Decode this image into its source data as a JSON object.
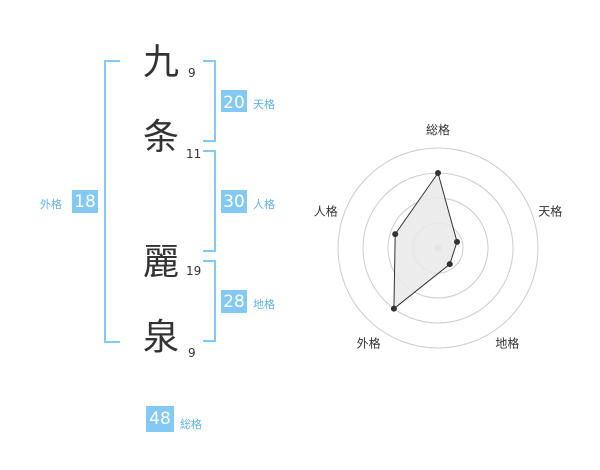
{
  "name": {
    "chars": [
      {
        "char": "九",
        "strokes": "9"
      },
      {
        "char": "条",
        "strokes": "11"
      },
      {
        "char": "麗",
        "strokes": "19"
      },
      {
        "char": "泉",
        "strokes": "9"
      }
    ]
  },
  "kakusu": {
    "tenkaku": {
      "value": "20",
      "label": "天格"
    },
    "jinkaku": {
      "value": "30",
      "label": "人格"
    },
    "chikaku": {
      "value": "28",
      "label": "地格"
    },
    "gaikaku": {
      "value": "18",
      "label": "外格"
    },
    "soukaku": {
      "value": "48",
      "label": "総格"
    }
  },
  "chart_data": {
    "type": "radar",
    "axes": [
      "総格",
      "天格",
      "地格",
      "外格",
      "人格"
    ],
    "values": [
      0.75,
      0.2,
      0.2,
      0.75,
      0.45
    ],
    "rmax": 1,
    "rings": 4,
    "colors": {
      "fill": "#e9e9e9",
      "line": "#333333",
      "grid": "#cccccc",
      "center": "#cccccc"
    }
  }
}
